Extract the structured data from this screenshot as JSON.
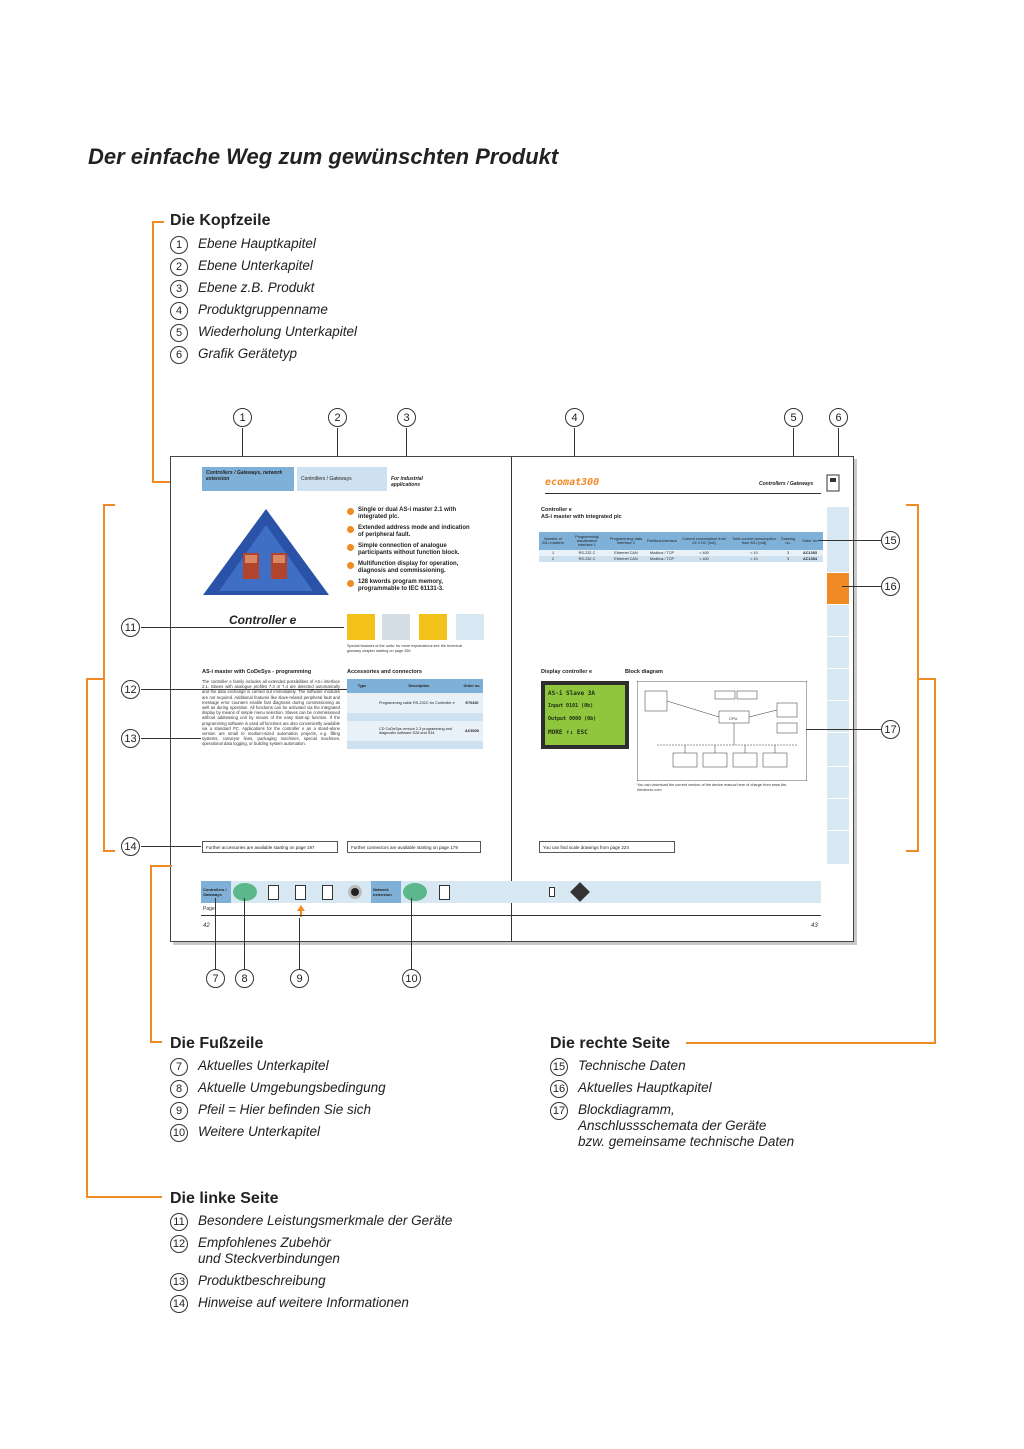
{
  "title": "Der einfache Weg zum gewünschten Produkt",
  "kopfzeile": {
    "heading": "Die Kopfzeile",
    "items": [
      {
        "num": "1",
        "text": "Ebene Hauptkapitel"
      },
      {
        "num": "2",
        "text": "Ebene Unterkapitel"
      },
      {
        "num": "3",
        "text": "Ebene z.B. Produkt"
      },
      {
        "num": "4",
        "text": "Produktgruppenname"
      },
      {
        "num": "5",
        "text": "Wiederholung Unterkapitel"
      },
      {
        "num": "6",
        "text": "Grafik Gerätetyp"
      }
    ]
  },
  "fusszeile": {
    "heading": "Die Fußzeile",
    "items": [
      {
        "num": "7",
        "text": "Aktuelles Unterkapitel"
      },
      {
        "num": "8",
        "text": "Aktuelle Umgebungsbedingung"
      },
      {
        "num": "9",
        "text": "Pfeil = Hier befinden Sie sich"
      },
      {
        "num": "10",
        "text": "Weitere Unterkapitel"
      }
    ]
  },
  "rechte_seite": {
    "heading": "Die rechte Seite",
    "items": [
      {
        "num": "15",
        "text": "Technische Daten"
      },
      {
        "num": "16",
        "text": "Aktuelles Hauptkapitel"
      },
      {
        "num": "17",
        "text": "Blockdiagramm,\nAnschlussschemata der Geräte\nbzw. gemeinsame technische Daten"
      }
    ]
  },
  "linke_seite": {
    "heading": "Die linke Seite",
    "items": [
      {
        "num": "11",
        "text": "Besondere Leistungsmerkmale der Geräte"
      },
      {
        "num": "12",
        "text": "Empfohlenes Zubehör\nund Steckverbindungen"
      },
      {
        "num": "13",
        "text": "Produktbeschreibung"
      },
      {
        "num": "14",
        "text": "Hinweise auf weitere Informationen"
      }
    ]
  },
  "markers": {
    "m1": "1",
    "m2": "2",
    "m3": "3",
    "m4": "4",
    "m5": "5",
    "m6": "6",
    "m7": "7",
    "m8": "8",
    "m9": "9",
    "m10": "10",
    "m11": "11",
    "m12": "12",
    "m13": "13",
    "m14": "14",
    "m15": "15",
    "m16": "16",
    "m17": "17"
  },
  "book": {
    "hdr1": "Controllers / Gateways, network extension",
    "hdr2": "Controllers / Gateways",
    "hdr3": "For industrial applications",
    "brand": "ecomat300",
    "hdr_right": "Controllers / Gateways",
    "product_name": "Controller e",
    "bullets": [
      "Single or dual AS-i master 2.1 with integrated plc.",
      "Extended address mode and indication of peripheral fault.",
      "Simple connection of analogue participants without function block.",
      "Multifunction display for operation, diagnosis and commissioning.",
      "128 kwords program memory, programmable to IEC 61131-3."
    ],
    "special_note": "Special features of the units: for more explanations see the technical glossary chapter starting on page 256",
    "left_desc_head": "AS-i master with CoDeSys - programming",
    "left_desc": "The controller e family includes all extended possibilities of AS-i interface 2.1. Slaves with analogue profiles 7.3 or 7.4 are detected automatically and the data exchange is carried out immediately. The software modules are not required. Additional features like slave-related peripheral fault and message error counters enable fast diagnosis during commissioning as well as during operation. All functions can be activated via the integrated display by means of simple menu selection. Slaves can be commissioned without addressing unit by means of the easy start-up function. If the programming software is used all functions are also conveniently available via a standard PC. Applications for the controller e as a stand-alone version are small to medium-sized automation projects, e.g. filling systems, conveyor lines, packaging machines, special machines, operational data logging, or building system automation.",
    "acc_head": "Accessories and connectors",
    "acc_cols": [
      "Type",
      "Description",
      "Order no."
    ],
    "acc_rows": [
      [
        "",
        "Programming cable RS-232C for Controller e",
        "E70320"
      ],
      [
        "",
        "CD CoDeSys version 2.3 programming and diagnostic software S28 and S34",
        "AC5000"
      ]
    ],
    "right_head": "Controller e",
    "right_sub": "AS-i master with integrated plc",
    "tech_cols": [
      "Number of AS-i masters",
      "Programming/ visualisation interface 1",
      "Programming/ data interface 2",
      "Fieldbus interface",
      "Current consumption from 24 V DC [mA]",
      "Total current consumption from AS-i [mA]",
      "Drawing no.",
      "Order no."
    ],
    "tech_rows": [
      [
        "1",
        "RS-232 C",
        "Ethernet CAN",
        "Modbus / TCP",
        "< 400",
        "< 10",
        "3",
        "AC1353"
      ],
      [
        "2",
        "RS-232 C",
        "Ethernet CAN",
        "Modbus / TCP",
        "< 400",
        "< 10",
        "3",
        "AC1354"
      ]
    ],
    "display_head": "Display controller e",
    "display_l1": "AS-i  Slave 3A",
    "display_l2": "Input  0101 (0b)",
    "display_l3": "Output 0000 (0b)",
    "display_l4": "MORE  ↑↓  ESC",
    "block_head": "Block diagram",
    "block_note": "You can download the current version of the device manual here of charge from www.ifm-electronic.com",
    "note_l1": "Further accessories are available starting on page 197",
    "note_l2": "Further connectors are available starting on page 179",
    "note_r": "You can find scale drawings from page 224",
    "foot_left_label": "Controllers / Gateways",
    "foot_mid_label": "Network extension",
    "foot_page_label": "Page",
    "page_left": "42",
    "page_right": "43",
    "cpu_label": "CPU"
  }
}
